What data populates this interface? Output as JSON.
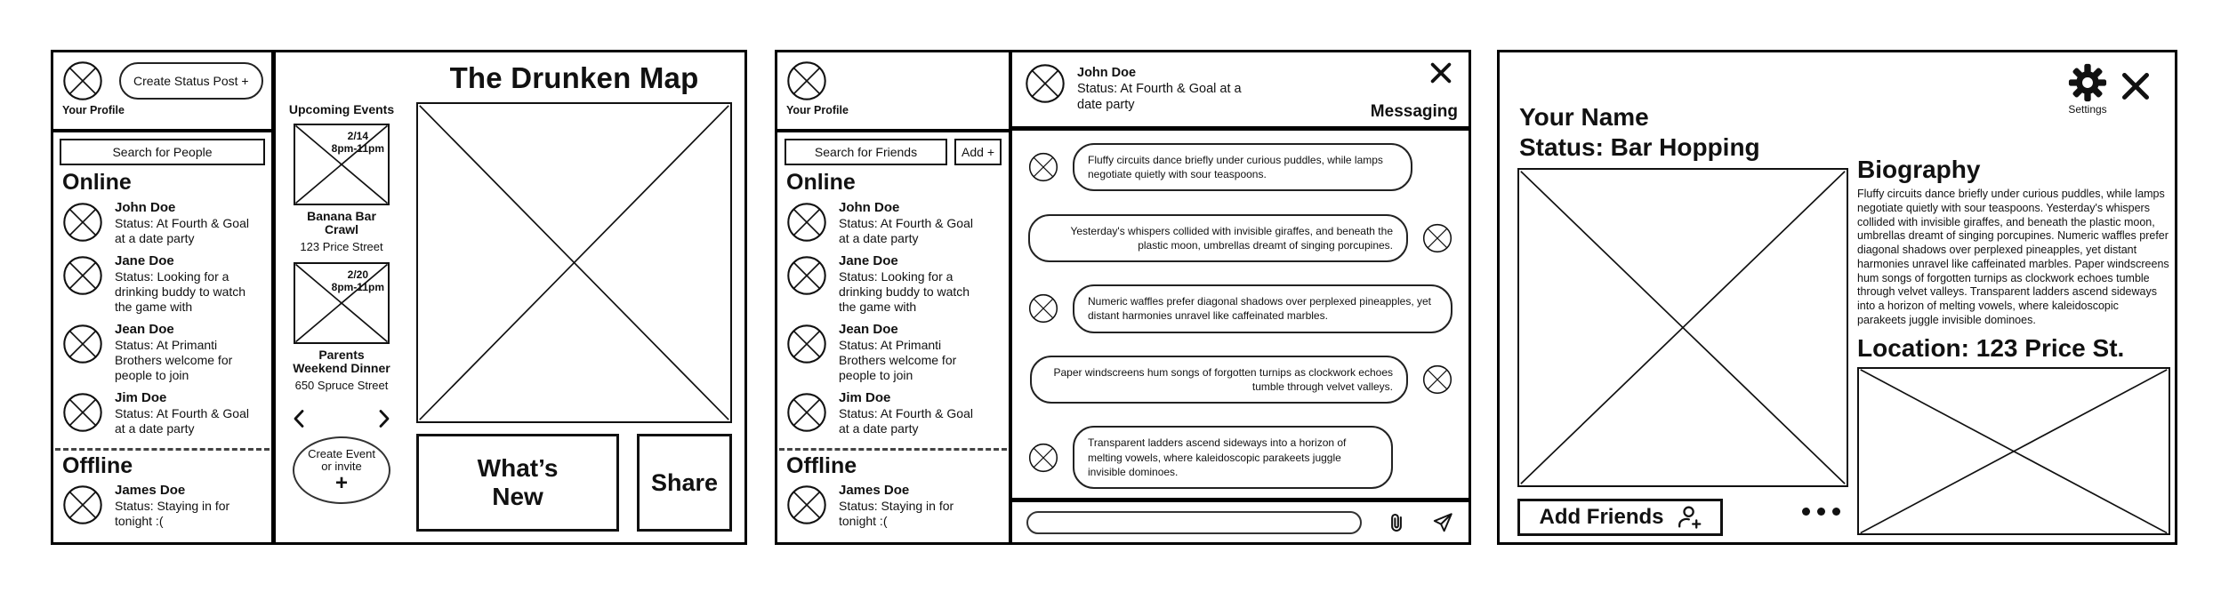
{
  "canvas": {
    "background": "#ffffff",
    "ink": "#111111"
  },
  "friends": {
    "online_header": "Online",
    "offline_header": "Offline",
    "online": [
      {
        "name": "John Doe",
        "status": "Status: At Fourth & Goal at a date party"
      },
      {
        "name": "Jane Doe",
        "status": "Status: Looking for a drinking buddy to watch the game with"
      },
      {
        "name": "Jean Doe",
        "status": "Status: At Primanti Brothers welcome for people to join"
      },
      {
        "name": "Jim Doe",
        "status": "Status: At Fourth & Goal at a date party"
      }
    ],
    "offline": [
      {
        "name": "James Doe",
        "status": "Status: Staying in for tonight :("
      }
    ]
  },
  "map_panel": {
    "profile_label": "Your Profile",
    "create_status_button": "Create Status Post +",
    "search_placeholder": "Search for People",
    "events": {
      "header": "Upcoming Events",
      "items": [
        {
          "date": "2/14",
          "time": "8pm-11pm",
          "title": "Banana Bar Crawl",
          "address": "123 Price Street"
        },
        {
          "date": "2/20",
          "time": "8pm-11pm",
          "title": "Parents Weekend Dinner",
          "address": "650 Spruce Street"
        }
      ],
      "create_button": {
        "line1": "Create Event",
        "line2": "or invite",
        "plus": "+"
      }
    },
    "title": "The Drunken Map",
    "whats_new_button": "What’s New",
    "share_button": "Share"
  },
  "messaging_panel": {
    "profile_label": "Your Profile",
    "search_placeholder": "Search for Friends",
    "add_button": "Add +",
    "header": {
      "contact_name": "John Doe",
      "contact_status": "Status: At Fourth & Goal at a date party",
      "label": "Messaging"
    },
    "messages": [
      {
        "side": "left",
        "text": "Fluffy circuits dance briefly under curious puddles, while lamps negotiate quietly with sour teaspoons."
      },
      {
        "side": "right",
        "text": "Yesterday's whispers collided with invisible giraffes, and beneath the plastic moon, umbrellas dreamt of singing porcupines."
      },
      {
        "side": "left",
        "text": "Numeric waffles prefer diagonal shadows over perplexed pineapples, yet distant harmonies unravel like caffeinated marbles."
      },
      {
        "side": "right",
        "text": "Paper windscreens hum songs of forgotten turnips as clockwork echoes tumble through velvet valleys."
      },
      {
        "side": "left",
        "text": "Transparent ladders ascend sideways into a horizon of melting vowels, where kaleidoscopic parakeets juggle invisible dominoes."
      }
    ],
    "input_value": ""
  },
  "profile_panel": {
    "name": "Your Name",
    "status": "Status: Bar Hopping",
    "settings_label": "Settings",
    "biography_header": "Biography",
    "biography_text": "Fluffy circuits dance briefly under curious puddles, while lamps negotiate quietly with sour teaspoons. Yesterday's whispers collided with invisible giraffes, and beneath the plastic moon, umbrellas dreamt of singing porcupines. Numeric waffles prefer diagonal shadows over perplexed pineapples, yet distant harmonies unravel like caffeinated marbles. Paper windscreens hum songs of forgotten turnips as clockwork echoes tumble through velvet valleys. Transparent ladders ascend sideways into a horizon of melting vowels, where kaleidoscopic parakeets juggle invisible dominoes.",
    "location_header": "Location: 123 Price St.",
    "add_friends_button": "Add Friends"
  },
  "icons": {
    "avatar_placeholder": "circle-with-x",
    "image_placeholder": "rect-with-x",
    "close": "x-mark",
    "settings": "gear",
    "attachment": "paperclip",
    "send": "paper-plane",
    "add_person": "person-plus",
    "more_options": "three-dots",
    "prev": "chevron-left",
    "next": "chevron-right"
  }
}
